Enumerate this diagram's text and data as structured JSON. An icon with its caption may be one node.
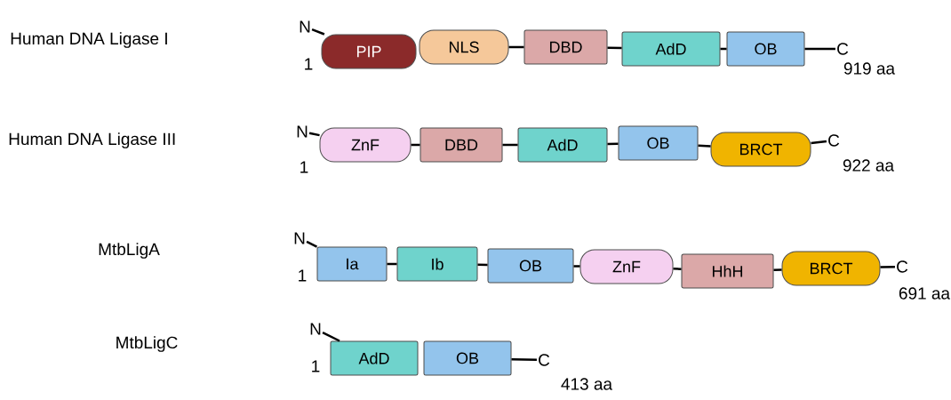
{
  "diagram": {
    "nodes": [
      {
        "text": [
          "N"
        ]
      },
      {
        "text": [
          "PIP"
        ]
      },
      {
        "text": [
          "NLS"
        ]
      },
      {
        "text": [
          "DBD"
        ]
      },
      {
        "text": [
          "AdD"
        ]
      },
      {
        "text": [
          "OB"
        ]
      },
      {
        "text": [
          "C"
        ]
      },
      {
        "text": [
          "N"
        ]
      },
      {
        "text": [
          "ZnF"
        ]
      },
      {
        "text": [
          "DBD"
        ]
      },
      {
        "text": [
          "AdD"
        ]
      },
      {
        "text": [
          "OB"
        ]
      },
      {
        "text": [
          "BRCT"
        ]
      },
      {
        "text": [
          "C"
        ]
      },
      {
        "text": [
          "N"
        ]
      },
      {
        "text": [
          "Ia"
        ]
      },
      {
        "text": [
          "Ib"
        ]
      },
      {
        "text": [
          "OB"
        ]
      },
      {
        "text": [
          "ZnF"
        ]
      },
      {
        "text": [
          "HhH"
        ]
      },
      {
        "text": [
          "BRCT"
        ]
      },
      {
        "text": [
          "C"
        ]
      },
      {
        "text": [
          "N"
        ]
      },
      {
        "text": [
          "AdD"
        ]
      },
      {
        "text": [
          "OB"
        ]
      },
      {
        "text": [
          "C"
        ]
      }
    ],
    "edges": [
      {
        "from": 0,
        "to": 1,
        "arrow": "none"
      },
      {
        "from": 2,
        "to": 3,
        "arrow": "none"
      },
      {
        "from": 3,
        "to": 4,
        "arrow": "none"
      },
      {
        "from": 4,
        "to": 5,
        "arrow": "none"
      },
      {
        "from": 5,
        "to": 6,
        "arrow": "none"
      },
      {
        "from": 7,
        "to": 8,
        "arrow": "none"
      },
      {
        "from": 8,
        "to": 9,
        "arrow": "none"
      },
      {
        "from": 9,
        "to": 10,
        "arrow": "none"
      },
      {
        "from": 10,
        "to": 11,
        "arrow": "none"
      },
      {
        "from": 11,
        "to": 12,
        "arrow": "none"
      },
      {
        "from": 12,
        "to": 13,
        "arrow": "none"
      },
      {
        "from": 14,
        "to": 15,
        "arrow": "none"
      },
      {
        "from": 15,
        "to": 16,
        "arrow": "none"
      },
      {
        "from": 16,
        "to": 17,
        "arrow": "none"
      },
      {
        "from": 17,
        "to": 18,
        "arrow": "none"
      },
      {
        "from": 18,
        "to": 19,
        "arrow": "none"
      },
      {
        "from": 19,
        "to": 20,
        "arrow": "none"
      },
      {
        "from": 20,
        "to": 21,
        "arrow": "none"
      },
      {
        "from": 22,
        "to": 23,
        "arrow": "none"
      },
      {
        "from": 24,
        "to": 25,
        "arrow": "none"
      }
    ],
    "labels": [
      "Human DNA Ligase I",
      "1",
      "919 aa",
      "Human DNA Ligase III",
      "1",
      "922 aa",
      "MtbLigA",
      "1",
      "691 aa",
      "MtbLigC",
      "1",
      "413 aa"
    ]
  }
}
